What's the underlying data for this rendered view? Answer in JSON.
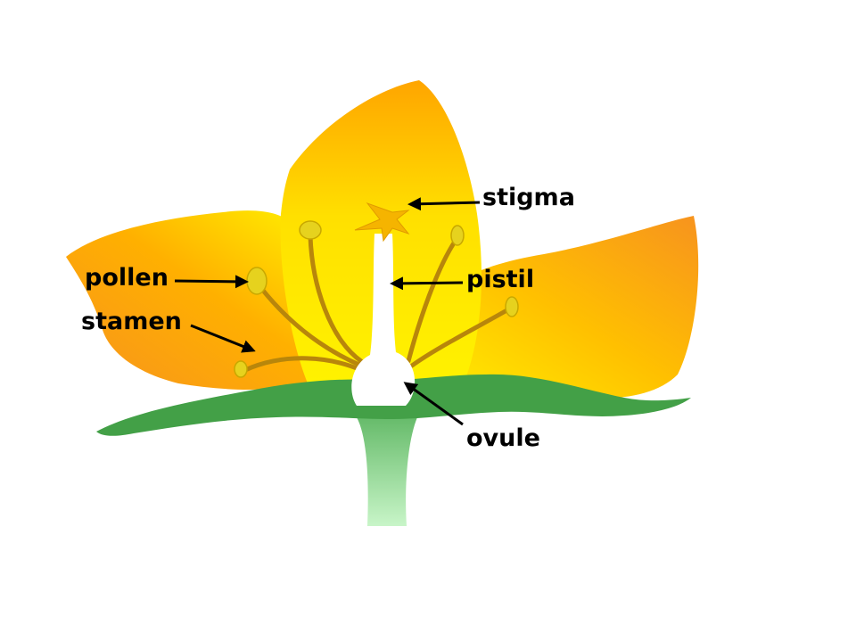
{
  "diagram": {
    "labels": {
      "stigma": "stigma",
      "pollen": "pollen",
      "pistil": "pistil",
      "stamen": "stamen",
      "ovule": "ovule"
    }
  },
  "colors": {
    "petal_light": "#FFF200",
    "petal_dark": "#F7931E",
    "leaf": "#43A047",
    "stem_top": "#66BB6A",
    "stem_bottom": "#C8F5C8",
    "filament": "#B8860B",
    "anther": "#E6D21E",
    "stigma": "#F5B400",
    "pistil": "#FFFFFF",
    "arrow": "#000000"
  }
}
